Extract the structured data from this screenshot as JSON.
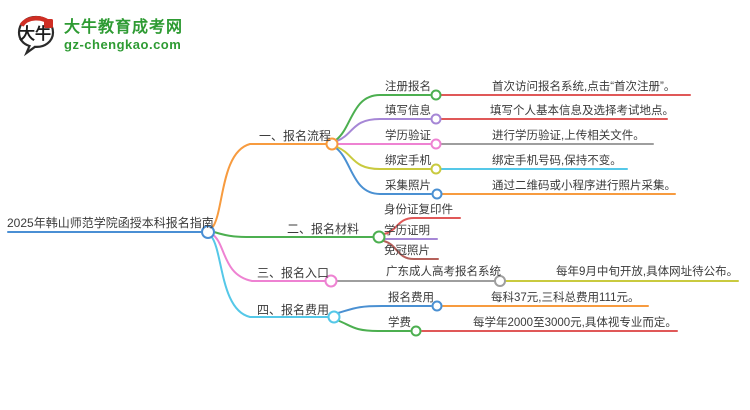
{
  "logo": {
    "icon_chars": "大牛",
    "title": "大牛教育成考网",
    "subtitle": "gz-chengkao.com"
  },
  "palette": {
    "orange": "#f79b3f",
    "green": "#4caf50",
    "purple": "#a687d6",
    "pink": "#ee82d2",
    "olive": "#c9ca3f",
    "blue": "#4a90d2",
    "cyan": "#55c8e8",
    "red": "#e05858",
    "maroon": "#b5605a",
    "gray": "#9e9e9e",
    "root_blue": "#4a8fd4",
    "logo_green": "#2e9b33",
    "seal_red": "#cf2e24",
    "text": "#3b3b3b"
  },
  "mindmap": {
    "root": "2025年韩山师范学院函授本科报名指南",
    "branches": [
      {
        "label": "一、报名流程",
        "children": [
          {
            "label": "注册报名",
            "leaf": "首次访问报名系统,点击“首次注册”。"
          },
          {
            "label": "填写信息",
            "leaf": "填写个人基本信息及选择考试地点。"
          },
          {
            "label": "学历验证",
            "leaf": "进行学历验证,上传相关文件。"
          },
          {
            "label": "绑定手机",
            "leaf": "绑定手机号码,保持不变。"
          },
          {
            "label": "采集照片",
            "leaf": "通过二维码或小程序进行照片采集。"
          }
        ]
      },
      {
        "label": "二、报名材料",
        "children": [
          {
            "label": "身份证复印件"
          },
          {
            "label": "学历证明"
          },
          {
            "label": "免冠照片"
          }
        ]
      },
      {
        "label": "三、报名入口",
        "children": [
          {
            "label": "广东成人高考报名系统",
            "leaf": "每年9月中旬开放,具体网址待公布。"
          }
        ]
      },
      {
        "label": "四、报名费用",
        "children": [
          {
            "label": "报名费用",
            "leaf": "每科37元,三科总费用111元。"
          },
          {
            "label": "学费",
            "leaf": "每学年2000至3000元,具体视专业而定。"
          }
        ]
      }
    ]
  }
}
